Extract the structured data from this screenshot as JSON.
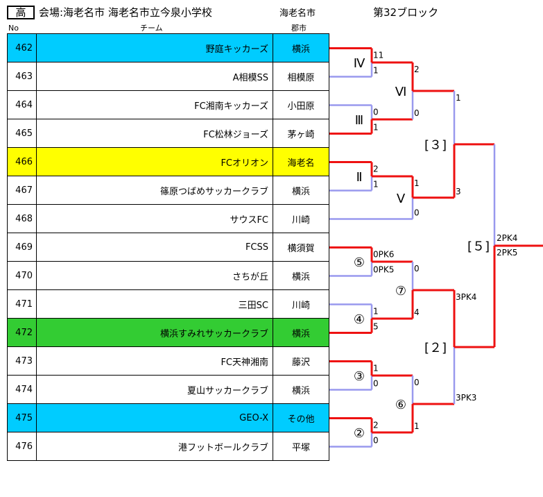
{
  "header": {
    "category": "高",
    "venue": "会場:海老名市  海老名市立今泉小学校",
    "city": "海老名市",
    "block": "第32ブロック",
    "col_no": "No",
    "col_team": "チーム",
    "col_city": "郡市"
  },
  "teams": [
    {
      "no": "462",
      "name": "野庭キッカーズ",
      "city": "横浜",
      "color": "blue"
    },
    {
      "no": "463",
      "name": "A相模SS",
      "city": "相模原",
      "color": ""
    },
    {
      "no": "464",
      "name": "FC湘南キッカーズ",
      "city": "小田原",
      "color": ""
    },
    {
      "no": "465",
      "name": "FC松林ジョーズ",
      "city": "茅ヶ崎",
      "color": ""
    },
    {
      "no": "466",
      "name": "FCオリオン",
      "city": "海老名",
      "color": "yellow"
    },
    {
      "no": "467",
      "name": "篠原つばめサッカークラブ",
      "city": "横浜",
      "color": ""
    },
    {
      "no": "468",
      "name": "サウスFC",
      "city": "川崎",
      "color": ""
    },
    {
      "no": "469",
      "name": "FCSS",
      "city": "横須賀",
      "color": ""
    },
    {
      "no": "470",
      "name": "さちが丘",
      "city": "横浜",
      "color": ""
    },
    {
      "no": "471",
      "name": "三田SC",
      "city": "川崎",
      "color": ""
    },
    {
      "no": "472",
      "name": "横浜すみれサッカークラブ",
      "city": "横浜",
      "color": "green"
    },
    {
      "no": "473",
      "name": "FC天神湘南",
      "city": "藤沢",
      "color": ""
    },
    {
      "no": "474",
      "name": "夏山サッカークラブ",
      "city": "横浜",
      "color": ""
    },
    {
      "no": "475",
      "name": "GEO-X",
      "city": "その他",
      "color": "blue"
    },
    {
      "no": "476",
      "name": "港フットボールクラブ",
      "city": "平塚",
      "color": ""
    }
  ],
  "bracket": {
    "colors": {
      "winner": "#ee1111",
      "loser": "#9999ee"
    },
    "labels": {
      "m4": "Ⅳ",
      "m3": "Ⅲ",
      "m2": "Ⅱ",
      "m5": "⑤",
      "m4c": "④",
      "m3c": "③",
      "m2c": "②",
      "m6": "Ⅵ",
      "m5r": "Ⅴ",
      "m7c": "⑦",
      "m6c": "⑥",
      "q3": "[３]",
      "q2": "[２]",
      "q5": "[５]"
    },
    "scores": {
      "m4_top": "11",
      "m4_bot": "1",
      "m3_top": "0",
      "m3_bot": "1",
      "m2_top": "2",
      "m2_bot": "1",
      "m5_top": "0PK6",
      "m5_bot": "0PK5",
      "m4c_top": "1",
      "m4c_bot": "5",
      "m3c_top": "1",
      "m3c_bot": "0",
      "m2c_top": "2",
      "m2c_bot": "0",
      "m6_top": "2",
      "m6_bot": "0",
      "m5r_top": "1",
      "m5r_bot": "0",
      "m7c_top": "0",
      "m7c_bot": "4",
      "m6c_top": "0",
      "m6c_bot": "1",
      "q3_top": "1",
      "q3_bot": "3",
      "q2_top": "3PK4",
      "q2_bot": "3PK3",
      "final_top": "2PK4",
      "final_bot": "2PK5"
    }
  }
}
